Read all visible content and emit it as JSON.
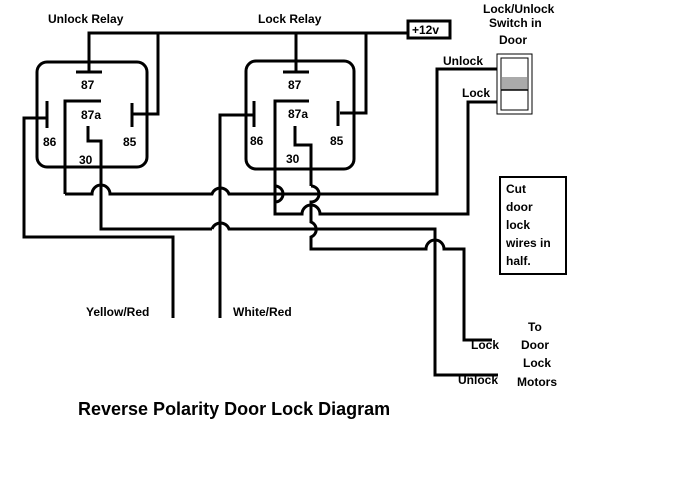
{
  "diagram": {
    "title": "Reverse Polarity Door Lock Diagram",
    "relays": [
      {
        "name": "Unlock Relay",
        "pins": {
          "p87": "87",
          "p87a": "87a",
          "p86": "86",
          "p85": "85",
          "p30": "30"
        }
      },
      {
        "name": "Lock Relay",
        "pins": {
          "p87": "87",
          "p87a": "87a",
          "p86": "86",
          "p85": "85",
          "p30": "30"
        }
      }
    ],
    "power": "+12v",
    "switch": {
      "title_lines": [
        "Lock/Unlock",
        "Switch in",
        "Door"
      ],
      "unlock_label": "Unlock",
      "lock_label": "Lock"
    },
    "wires": {
      "yellow_red": "Yellow/Red",
      "white_red": "White/Red"
    },
    "note_lines": [
      "Cut",
      "door",
      "lock",
      "wires in",
      "half."
    ],
    "motors": {
      "lock_label": "Lock",
      "unlock_label": "Unlock",
      "title_lines": [
        "To",
        "Door",
        "Lock",
        "Motors"
      ]
    }
  }
}
